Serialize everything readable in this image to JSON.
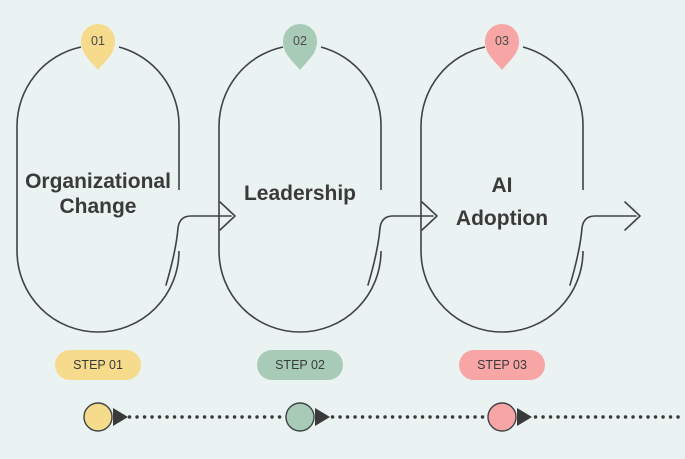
{
  "theme": {
    "background": "#eaf3f1",
    "line_color": "#3f4246",
    "text_color": "#3a3a3a"
  },
  "chart_data": {
    "type": "diagram",
    "title": "",
    "steps": [
      {
        "number": "01",
        "title_line1": "Organizational",
        "title_line2": "Change",
        "badge": "STEP 01",
        "color": "#f5db8b",
        "pin_color": "#f5db8b",
        "badge_color": "#f5db8b"
      },
      {
        "number": "02",
        "title_line1": "Leadership",
        "title_line2": "",
        "badge": "STEP 02",
        "color": "#a8cbb7",
        "pin_color": "#a8cbb7",
        "badge_color": "#a8cbb7"
      },
      {
        "number": "03",
        "title_line1": "AI",
        "title_line2": "Adoption",
        "badge": "STEP 03",
        "color": "#f7a5a5",
        "pin_color": "#f7a5a5",
        "badge_color": "#f7a5a5"
      }
    ]
  },
  "steps": [
    {
      "number": "01",
      "title_line1": "Organizational",
      "title_line2": "Change",
      "badge": "STEP 01"
    },
    {
      "number": "02",
      "title_line1": "Leadership",
      "title_line2": "",
      "badge": "STEP 02"
    },
    {
      "number": "03",
      "title_line1": "AI",
      "title_line2": "Adoption",
      "badge": "STEP 03"
    }
  ],
  "icons": {
    "pin": "map-pin-icon",
    "arrow": "arrow-right-icon",
    "triangle": "play-triangle-icon",
    "dotted": "dotted-line-icon"
  }
}
